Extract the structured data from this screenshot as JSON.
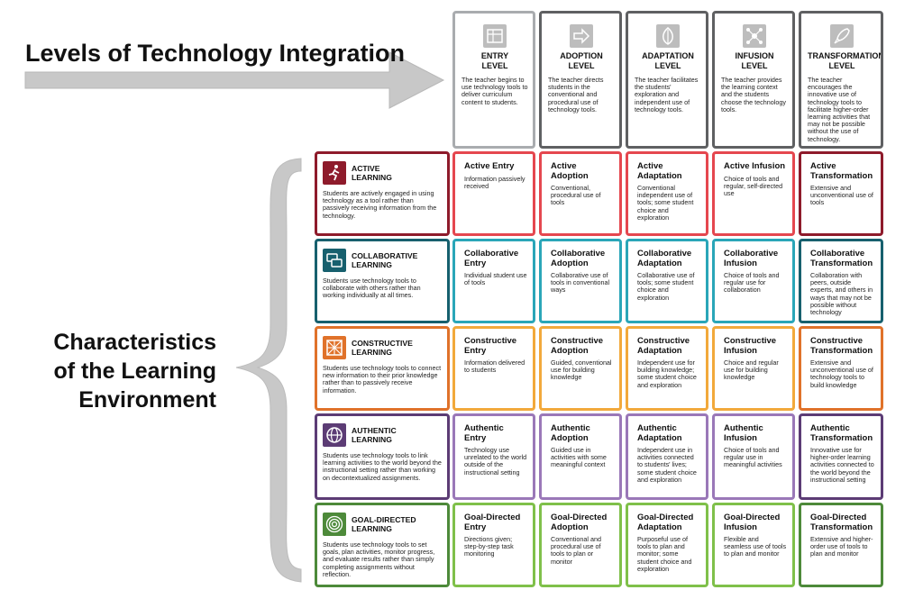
{
  "titles": {
    "levels": "Levels of Technology Integration",
    "characteristics_line1": "Characteristics",
    "characteristics_line2": "of the Learning",
    "characteristics_line3": "Environment"
  },
  "colors": {
    "entry": "#a9acaf",
    "other_levels": "#5f6062",
    "active": "#8e1b2b",
    "collaborative": "#17606e",
    "constructive": "#e0722a",
    "authentic": "#5c3c75",
    "goal_directed": "#4d8a3a",
    "row_active": "#e5474f",
    "row_collaborative": "#2aa6b8",
    "row_constructive": "#f2a93b",
    "row_authentic": "#9a78b8",
    "row_goal_directed": "#7fc04a"
  },
  "levels": [
    {
      "name1": "ENTRY",
      "name2": "LEVEL",
      "icon": "gear-grid-icon",
      "desc": "The teacher begins to use technology tools to deliver curriculum content to students."
    },
    {
      "name1": "ADOPTION",
      "name2": "LEVEL",
      "icon": "arrow-right-icon",
      "desc": "The teacher directs students in the conventional and procedural use of technology tools."
    },
    {
      "name1": "ADAPTATION",
      "name2": "LEVEL",
      "icon": "leaf-icon",
      "desc": "The teacher facilitates the students' exploration and independent use of technology tools."
    },
    {
      "name1": "INFUSION",
      "name2": "LEVEL",
      "icon": "network-icon",
      "desc": "The teacher provides the learning context and the students choose the technology tools."
    },
    {
      "name1": "TRANSFORMATION",
      "name2": "LEVEL",
      "icon": "rocket-icon",
      "desc": "The teacher encourages the innovative use of technology tools to facilitate higher-order learning activities that may not be possible without the use of technology."
    }
  ],
  "characteristics": [
    {
      "name1": "ACTIVE",
      "name2": "LEARNING",
      "icon": "running-person-icon",
      "desc": "Students are actively engaged in using technology as a tool rather than passively receiving information from the technology.",
      "cells": [
        {
          "title": "Active Entry",
          "desc": "Information passively received"
        },
        {
          "title": "Active Adoption",
          "desc": "Conventional, procedural use of tools"
        },
        {
          "title": "Active Adaptation",
          "desc": "Conventional independent use of tools; some student choice and exploration"
        },
        {
          "title": "Active Infusion",
          "desc": "Choice of tools and regular, self-directed use"
        },
        {
          "title": "Active Transformation",
          "desc": "Extensive and unconventional use of tools"
        }
      ]
    },
    {
      "name1": "COLLABORATIVE",
      "name2": "LEARNING",
      "icon": "chat-bubbles-icon",
      "desc": "Students use technology tools to collaborate with others rather than working individually at all times.",
      "cells": [
        {
          "title": "Collaborative Entry",
          "desc": "Individual student use of tools"
        },
        {
          "title": "Collaborative Adoption",
          "desc": "Collaborative use of tools in conventional ways"
        },
        {
          "title": "Collaborative Adaptation",
          "desc": "Collaborative use of tools; some student choice and exploration"
        },
        {
          "title": "Collaborative Infusion",
          "desc": "Choice of tools and regular use for collaboration"
        },
        {
          "title": "Collaborative Transformation",
          "desc": "Collaboration with peers, outside experts, and others in ways that may not be possible without technology"
        }
      ]
    },
    {
      "name1": "CONSTRUCTIVE",
      "name2": "LEARNING",
      "icon": "scaffold-icon",
      "desc": "Students use technology tools to connect new information to their prior knowledge rather than to passively receive information.",
      "cells": [
        {
          "title": "Constructive Entry",
          "desc": "Information delivered to students"
        },
        {
          "title": "Constructive Adoption",
          "desc": "Guided, conventional use for building knowledge"
        },
        {
          "title": "Constructive Adaptation",
          "desc": "Independent use for building knowledge; some student choice and exploration"
        },
        {
          "title": "Constructive Infusion",
          "desc": "Choice and regular use for building knowledge"
        },
        {
          "title": "Constructive Transformation",
          "desc": "Extensive and unconventional use of technology tools to build knowledge"
        }
      ]
    },
    {
      "name1": "AUTHENTIC",
      "name2": "LEARNING",
      "icon": "globe-icon",
      "desc": "Students use technology tools to link learning activities to the world beyond the instructional setting rather than working on decontextualized assignments.",
      "cells": [
        {
          "title": "Authentic Entry",
          "desc": "Technology use unrelated to the world outside of the instructional setting"
        },
        {
          "title": "Authentic Adoption",
          "desc": "Guided use in activities with some meaningful context"
        },
        {
          "title": "Authentic Adaptation",
          "desc": "Independent use in activities connected to students' lives; some student choice and exploration"
        },
        {
          "title": "Authentic Infusion",
          "desc": "Choice of tools and regular use in meaningful activities"
        },
        {
          "title": "Authentic Transformation",
          "desc": "Innovative use for higher-order learning activities connected to the world beyond the instructional setting"
        }
      ]
    },
    {
      "name1": "GOAL-DIRECTED",
      "name2": "LEARNING",
      "icon": "target-icon",
      "desc": "Students use technology tools to set goals, plan activities, monitor progress, and evaluate results rather than simply completing assignments without reflection.",
      "cells": [
        {
          "title": "Goal-Directed Entry",
          "desc": "Directions given; step-by-step task monitoring"
        },
        {
          "title": "Goal-Directed Adoption",
          "desc": "Conventional and procedural use of tools to plan or monitor"
        },
        {
          "title": "Goal-Directed Adaptation",
          "desc": "Purposeful use of tools to plan and monitor; some student choice and exploration"
        },
        {
          "title": "Goal-Directed Infusion",
          "desc": "Flexible and seamless use of tools to plan and monitor"
        },
        {
          "title": "Goal-Directed Transformation",
          "desc": "Extensive and higher-order use of tools to plan and monitor"
        }
      ]
    }
  ]
}
